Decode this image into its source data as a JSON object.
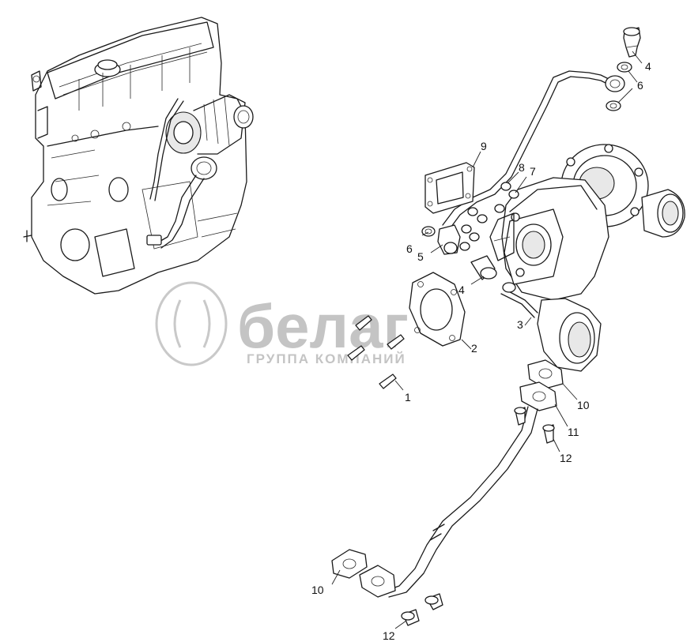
{
  "watermark": {
    "brand": "белаг",
    "subtitle": "ГРУППА КОМПАНИЙ"
  },
  "callouts": [
    {
      "id": "c4-top",
      "label": "4"
    },
    {
      "id": "c6-top",
      "label": "6"
    },
    {
      "id": "c9",
      "label": "9"
    },
    {
      "id": "c8",
      "label": "8"
    },
    {
      "id": "c7",
      "label": "7"
    },
    {
      "id": "c6-mid",
      "label": "6"
    },
    {
      "id": "c5",
      "label": "5"
    },
    {
      "id": "c4-mid",
      "label": "4"
    },
    {
      "id": "c3",
      "label": "3"
    },
    {
      "id": "c2",
      "label": "2"
    },
    {
      "id": "c1",
      "label": "1"
    },
    {
      "id": "c10-right",
      "label": "10"
    },
    {
      "id": "c11",
      "label": "11"
    },
    {
      "id": "c12-right",
      "label": "12"
    },
    {
      "id": "c10-bottom",
      "label": "10"
    },
    {
      "id": "c12-bottom",
      "label": "12"
    }
  ]
}
